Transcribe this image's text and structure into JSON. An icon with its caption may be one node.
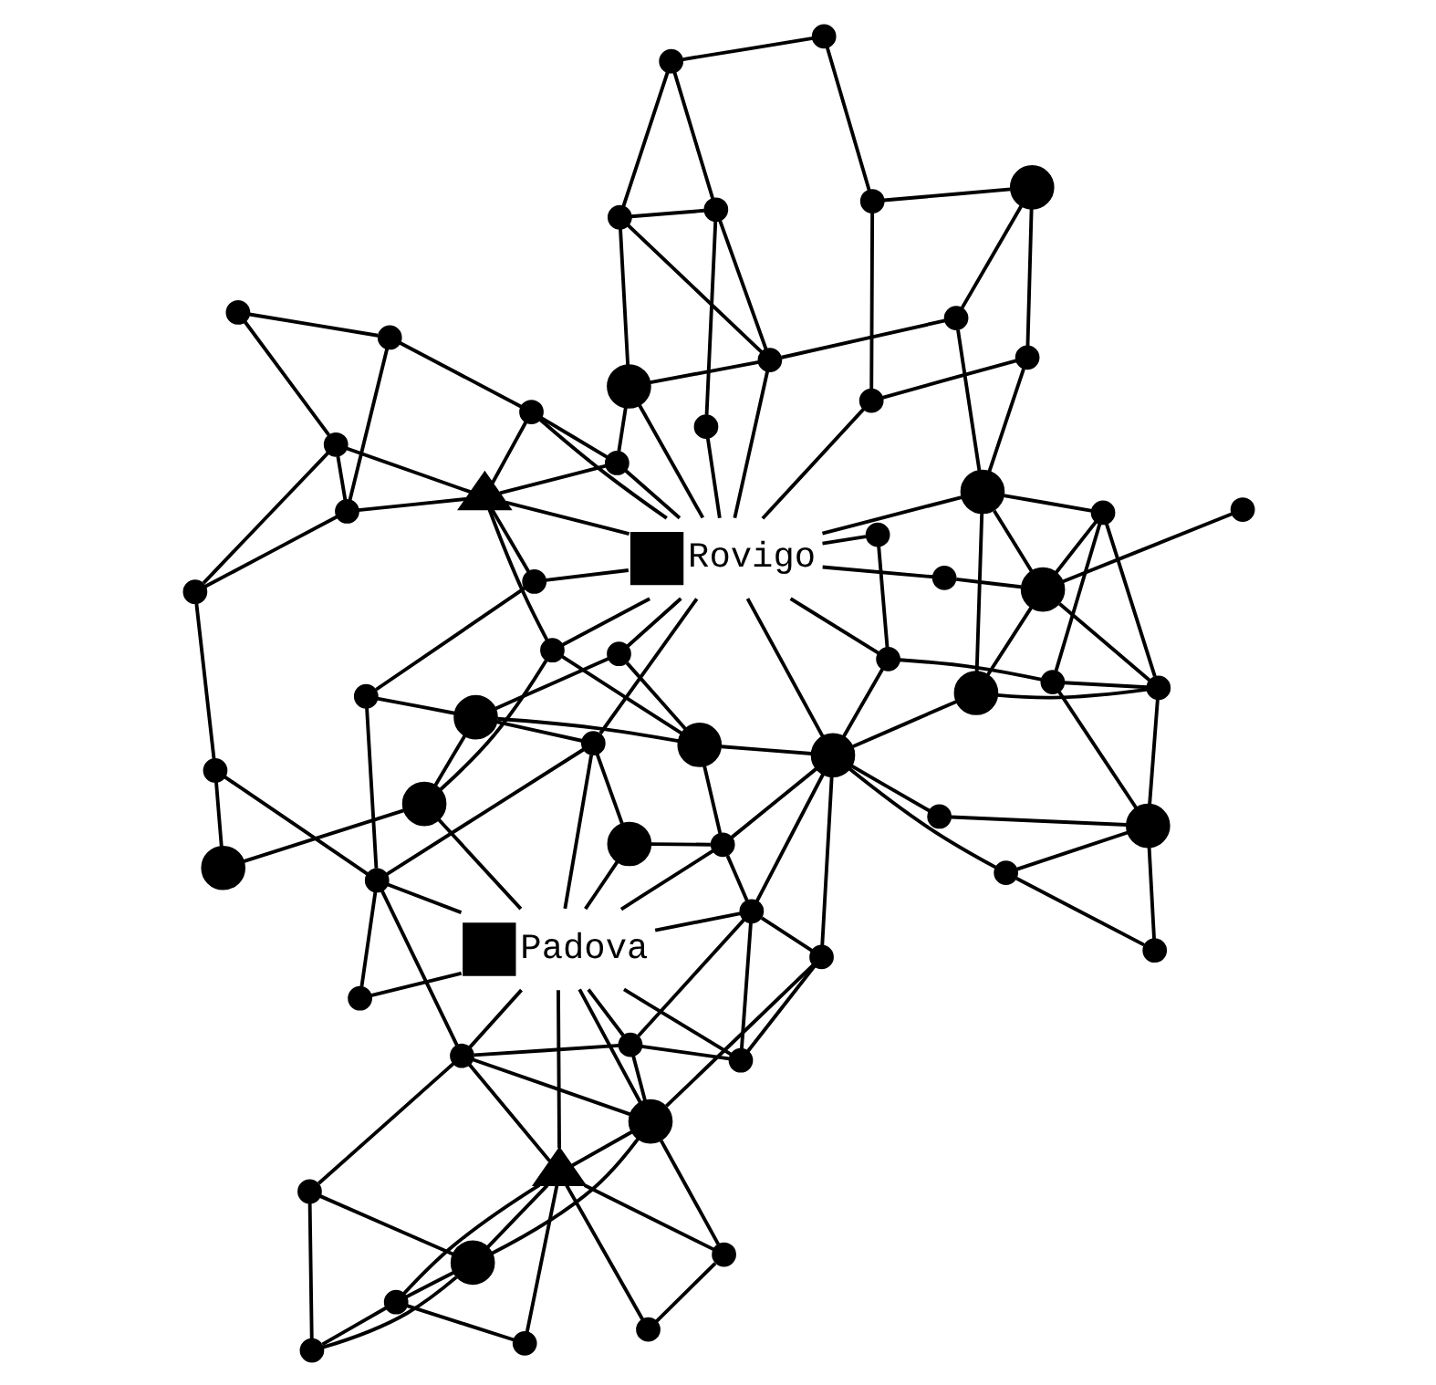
{
  "diagram": {
    "nodes": [
      {
        "text": [],
        "shape": "dot"
      },
      {
        "text": [],
        "shape": "triangle"
      },
      {
        "text": [],
        "shape": "dot"
      },
      {
        "text": [],
        "shape": "dot"
      },
      {
        "text": [],
        "shape": "dot"
      },
      {
        "text": [],
        "shape": "dot"
      },
      {
        "text": [],
        "shape": "circle"
      },
      {
        "text": [],
        "shape": "circle"
      },
      {
        "text": [],
        "shape": "dot"
      },
      {
        "text": [],
        "shape": "dot"
      },
      {
        "text": [],
        "shape": "dot"
      },
      {
        "text": [],
        "shape": "dot"
      },
      {
        "text": [
          "Padova"
        ]
      },
      {
        "text": [],
        "shape": "dot"
      },
      {
        "text": [],
        "shape": "dot"
      },
      {
        "text": [],
        "shape": "dot"
      },
      {
        "text": [],
        "shape": "circle"
      },
      {
        "text": [],
        "shape": "dot"
      },
      {
        "text": [],
        "shape": "dot"
      },
      {
        "text": [],
        "shape": "dot"
      },
      {
        "text": [],
        "shape": "circle"
      },
      {
        "text": [],
        "shape": "circle"
      },
      {
        "text": [],
        "shape": "circle"
      },
      {
        "text": [],
        "shape": "circle"
      },
      {
        "text": [],
        "shape": "dot"
      },
      {
        "text": [],
        "shape": "circle"
      },
      {
        "text": [],
        "shape": "dot"
      },
      {
        "text": [],
        "shape": "dot"
      },
      {
        "text": [],
        "shape": "dot"
      },
      {
        "text": [],
        "shape": "dot"
      },
      {
        "text": [],
        "shape": "dot"
      },
      {
        "text": [],
        "shape": "dot"
      },
      {
        "text": [],
        "shape": "dot"
      },
      {
        "text": [],
        "shape": "dot"
      },
      {
        "text": [],
        "shape": "dot"
      },
      {
        "text": [],
        "shape": "dot"
      },
      {
        "text": [],
        "shape": "circle"
      },
      {
        "text": [],
        "shape": "circle"
      },
      {
        "text": [],
        "shape": "dot"
      },
      {
        "text": [],
        "shape": "dot"
      },
      {
        "text": [
          "Rovigo"
        ]
      },
      {
        "text": [],
        "shape": "dot"
      },
      {
        "text": [],
        "shape": "dot"
      },
      {
        "text": [],
        "shape": "triangle"
      },
      {
        "text": [],
        "shape": "dot"
      },
      {
        "text": [],
        "shape": "circle"
      },
      {
        "text": [],
        "shape": "dot"
      },
      {
        "text": [],
        "shape": "dot"
      },
      {
        "text": [],
        "shape": "circle"
      },
      {
        "text": [],
        "shape": "dot"
      },
      {
        "text": [],
        "shape": "dot"
      },
      {
        "text": [],
        "shape": "dot"
      },
      {
        "text": [],
        "shape": "dot"
      },
      {
        "text": [],
        "shape": "dot"
      },
      {
        "text": [],
        "shape": "dot"
      },
      {
        "text": [],
        "shape": "dot"
      },
      {
        "text": [],
        "shape": "circle"
      },
      {
        "text": [],
        "shape": "dot"
      },
      {
        "text": [],
        "shape": "circle"
      },
      {
        "text": [],
        "shape": "dot"
      },
      {
        "text": [],
        "shape": "dot"
      },
      {
        "text": [],
        "shape": "dot"
      },
      {
        "text": [],
        "shape": "dot"
      },
      {
        "text": [],
        "shape": "dot"
      },
      {
        "text": [],
        "shape": "dot"
      }
    ],
    "edges": [
      {
        "from": 1,
        "to": 2,
        "arrow": "none"
      },
      {
        "from": 1,
        "to": 0,
        "arrow": "none"
      },
      {
        "from": 1,
        "to": 4,
        "arrow": "none"
      },
      {
        "from": 2,
        "to": 4,
        "arrow": "none"
      },
      {
        "from": 1,
        "to": 3,
        "arrow": "none"
      },
      {
        "from": 1,
        "to": 6,
        "arrow": "none"
      },
      {
        "from": 1,
        "to": 7,
        "arrow": "none"
      },
      {
        "from": 1,
        "to": 12,
        "arrow": "none"
      },
      {
        "from": 1,
        "to": 9,
        "arrow": "none"
      },
      {
        "from": 0,
        "to": 3,
        "arrow": "none"
      },
      {
        "from": 4,
        "to": 7,
        "arrow": "none"
      },
      {
        "from": 3,
        "to": 6,
        "arrow": "none"
      },
      {
        "from": 3,
        "to": 5,
        "arrow": "none"
      },
      {
        "from": 6,
        "to": 5,
        "arrow": "none"
      },
      {
        "from": 6,
        "to": 7,
        "arrow": "none"
      },
      {
        "from": 6,
        "to": 8,
        "arrow": "none"
      },
      {
        "from": 5,
        "to": 8,
        "arrow": "none"
      },
      {
        "from": 8,
        "to": 9,
        "arrow": "none"
      },
      {
        "from": 9,
        "to": 10,
        "arrow": "none"
      },
      {
        "from": 9,
        "to": 12,
        "arrow": "none"
      },
      {
        "from": 9,
        "to": 17,
        "arrow": "none"
      },
      {
        "from": 7,
        "to": 14,
        "arrow": "none"
      },
      {
        "from": 7,
        "to": 10,
        "arrow": "none"
      },
      {
        "from": 7,
        "to": 12,
        "arrow": "none"
      },
      {
        "from": 7,
        "to": 9,
        "arrow": "none"
      },
      {
        "from": 10,
        "to": 13,
        "arrow": "none"
      },
      {
        "from": 10,
        "to": 15,
        "arrow": "none"
      },
      {
        "from": 14,
        "to": 13,
        "arrow": "none"
      },
      {
        "from": 14,
        "to": 15,
        "arrow": "none"
      },
      {
        "from": 14,
        "to": 25,
        "arrow": "none"
      },
      {
        "from": 15,
        "to": 12,
        "arrow": "none"
      },
      {
        "from": 15,
        "to": 13,
        "arrow": "none"
      },
      {
        "from": 13,
        "to": 12,
        "arrow": "none"
      },
      {
        "from": 10,
        "to": 12,
        "arrow": "none"
      },
      {
        "from": 12,
        "to": 11,
        "arrow": "none"
      },
      {
        "from": 11,
        "to": 17,
        "arrow": "none"
      },
      {
        "from": 12,
        "to": 16,
        "arrow": "none"
      },
      {
        "from": 12,
        "to": 18,
        "arrow": "none"
      },
      {
        "from": 16,
        "to": 18,
        "arrow": "none"
      },
      {
        "from": 18,
        "to": 17,
        "arrow": "none"
      },
      {
        "from": 12,
        "to": 17,
        "arrow": "none"
      },
      {
        "from": 15,
        "to": 25,
        "arrow": "none"
      },
      {
        "from": 15,
        "to": 19,
        "arrow": "none"
      },
      {
        "from": 16,
        "to": 19,
        "arrow": "none"
      },
      {
        "from": 12,
        "to": 19,
        "arrow": "none"
      },
      {
        "from": 18,
        "to": 40,
        "arrow": "none"
      },
      {
        "from": 18,
        "to": 23,
        "arrow": "none"
      },
      {
        "from": 17,
        "to": 30,
        "arrow": "none"
      },
      {
        "from": 12,
        "to": 20,
        "arrow": "none"
      },
      {
        "from": 17,
        "to": 38,
        "arrow": "none"
      },
      {
        "from": 20,
        "to": 45,
        "arrow": "none"
      },
      {
        "from": 19,
        "to": 25,
        "arrow": "none"
      },
      {
        "from": 19,
        "to": 21,
        "arrow": "none"
      },
      {
        "from": 25,
        "to": 21,
        "arrow": "none"
      },
      {
        "from": 21,
        "to": 23,
        "arrow": "none"
      },
      {
        "from": 23,
        "to": 20,
        "arrow": "none"
      },
      {
        "from": 22,
        "to": 24,
        "arrow": "none"
      },
      {
        "from": 24,
        "to": 25,
        "arrow": "none"
      },
      {
        "from": 22,
        "to": 26,
        "arrow": "none"
      },
      {
        "from": 26,
        "to": 25,
        "arrow": "none"
      },
      {
        "from": 22,
        "to": 27,
        "arrow": "none"
      },
      {
        "from": 27,
        "to": 26,
        "arrow": "none"
      },
      {
        "from": 22,
        "to": 28,
        "arrow": "none"
      },
      {
        "from": 28,
        "to": 29,
        "arrow": "none"
      },
      {
        "from": 25,
        "to": 29,
        "arrow": "none"
      },
      {
        "from": 25,
        "to": 40,
        "arrow": "none"
      },
      {
        "from": 25,
        "to": 36,
        "arrow": "none"
      },
      {
        "from": 29,
        "to": 35,
        "arrow": "none"
      },
      {
        "from": 29,
        "to": 40,
        "arrow": "none"
      },
      {
        "from": 21,
        "to": 32,
        "arrow": "none"
      },
      {
        "from": 32,
        "to": 23,
        "arrow": "none"
      },
      {
        "from": 32,
        "to": 40,
        "arrow": "none"
      },
      {
        "from": 21,
        "to": 31,
        "arrow": "none"
      },
      {
        "from": 31,
        "to": 43,
        "arrow": "none"
      },
      {
        "from": 20,
        "to": 31,
        "arrow": "none"
      },
      {
        "from": 31,
        "to": 40,
        "arrow": "none"
      },
      {
        "from": 23,
        "to": 30,
        "arrow": "none"
      },
      {
        "from": 30,
        "to": 34,
        "arrow": "none"
      },
      {
        "from": 34,
        "to": 40,
        "arrow": "none"
      },
      {
        "from": 34,
        "to": 43,
        "arrow": "none"
      },
      {
        "from": 33,
        "to": 37,
        "arrow": "none"
      },
      {
        "from": 36,
        "to": 37,
        "arrow": "none"
      },
      {
        "from": 37,
        "to": 41,
        "arrow": "none"
      },
      {
        "from": 41,
        "to": 40,
        "arrow": "none"
      },
      {
        "from": 35,
        "to": 40,
        "arrow": "none"
      },
      {
        "from": 39,
        "to": 22,
        "arrow": "none"
      },
      {
        "from": 39,
        "to": 28,
        "arrow": "none"
      },
      {
        "from": 39,
        "to": 36,
        "arrow": "none"
      },
      {
        "from": 39,
        "to": 37,
        "arrow": "none"
      },
      {
        "from": 39,
        "to": 44,
        "arrow": "none"
      },
      {
        "from": 44,
        "to": 28,
        "arrow": "none"
      },
      {
        "from": 44,
        "to": 37,
        "arrow": "none"
      },
      {
        "from": 44,
        "to": 48,
        "arrow": "none"
      },
      {
        "from": 48,
        "to": 36,
        "arrow": "none"
      },
      {
        "from": 48,
        "to": 37,
        "arrow": "none"
      },
      {
        "from": 48,
        "to": 46,
        "arrow": "none"
      },
      {
        "from": 48,
        "to": 51,
        "arrow": "none"
      },
      {
        "from": 48,
        "to": 40,
        "arrow": "none"
      },
      {
        "from": 51,
        "to": 52,
        "arrow": "none"
      },
      {
        "from": 51,
        "to": 58,
        "arrow": "none"
      },
      {
        "from": 46,
        "to": 49,
        "arrow": "none"
      },
      {
        "from": 46,
        "to": 58,
        "arrow": "none"
      },
      {
        "from": 49,
        "to": 40,
        "arrow": "none"
      },
      {
        "from": 49,
        "to": 61,
        "arrow": "none"
      },
      {
        "from": 58,
        "to": 61,
        "arrow": "none"
      },
      {
        "from": 61,
        "to": 63,
        "arrow": "none"
      },
      {
        "from": 63,
        "to": 64,
        "arrow": "none"
      },
      {
        "from": 57,
        "to": 64,
        "arrow": "none"
      },
      {
        "from": 47,
        "to": 57,
        "arrow": "none"
      },
      {
        "from": 47,
        "to": 40,
        "arrow": "none"
      },
      {
        "from": 57,
        "to": 52,
        "arrow": "none"
      },
      {
        "from": 57,
        "to": 62,
        "arrow": "none"
      },
      {
        "from": 62,
        "to": 52,
        "arrow": "none"
      },
      {
        "from": 62,
        "to": 56,
        "arrow": "none"
      },
      {
        "from": 64,
        "to": 62,
        "arrow": "none"
      },
      {
        "from": 52,
        "to": 56,
        "arrow": "none"
      },
      {
        "from": 52,
        "to": 40,
        "arrow": "none"
      },
      {
        "from": 40,
        "to": 43,
        "arrow": "none"
      },
      {
        "from": 40,
        "to": 55,
        "arrow": "none"
      },
      {
        "from": 40,
        "to": 56,
        "arrow": "none"
      },
      {
        "from": 40,
        "to": 53,
        "arrow": "none"
      },
      {
        "from": 56,
        "to": 55,
        "arrow": "none"
      },
      {
        "from": 55,
        "to": 53,
        "arrow": "none"
      },
      {
        "from": 55,
        "to": 43,
        "arrow": "none"
      },
      {
        "from": 53,
        "to": 43,
        "arrow": "none"
      },
      {
        "from": 53,
        "to": 59,
        "arrow": "none"
      },
      {
        "from": 43,
        "to": 50,
        "arrow": "none"
      },
      {
        "from": 43,
        "to": 54,
        "arrow": "none"
      },
      {
        "from": 50,
        "to": 42,
        "arrow": "none"
      },
      {
        "from": 50,
        "to": 59,
        "arrow": "none"
      },
      {
        "from": 50,
        "to": 54,
        "arrow": "none"
      },
      {
        "from": 42,
        "to": 38,
        "arrow": "none"
      },
      {
        "from": 42,
        "to": 54,
        "arrow": "none"
      },
      {
        "from": 38,
        "to": 45,
        "arrow": "none"
      },
      {
        "from": 54,
        "to": 60,
        "arrow": "none"
      },
      {
        "from": 59,
        "to": 60,
        "arrow": "none"
      }
    ]
  }
}
